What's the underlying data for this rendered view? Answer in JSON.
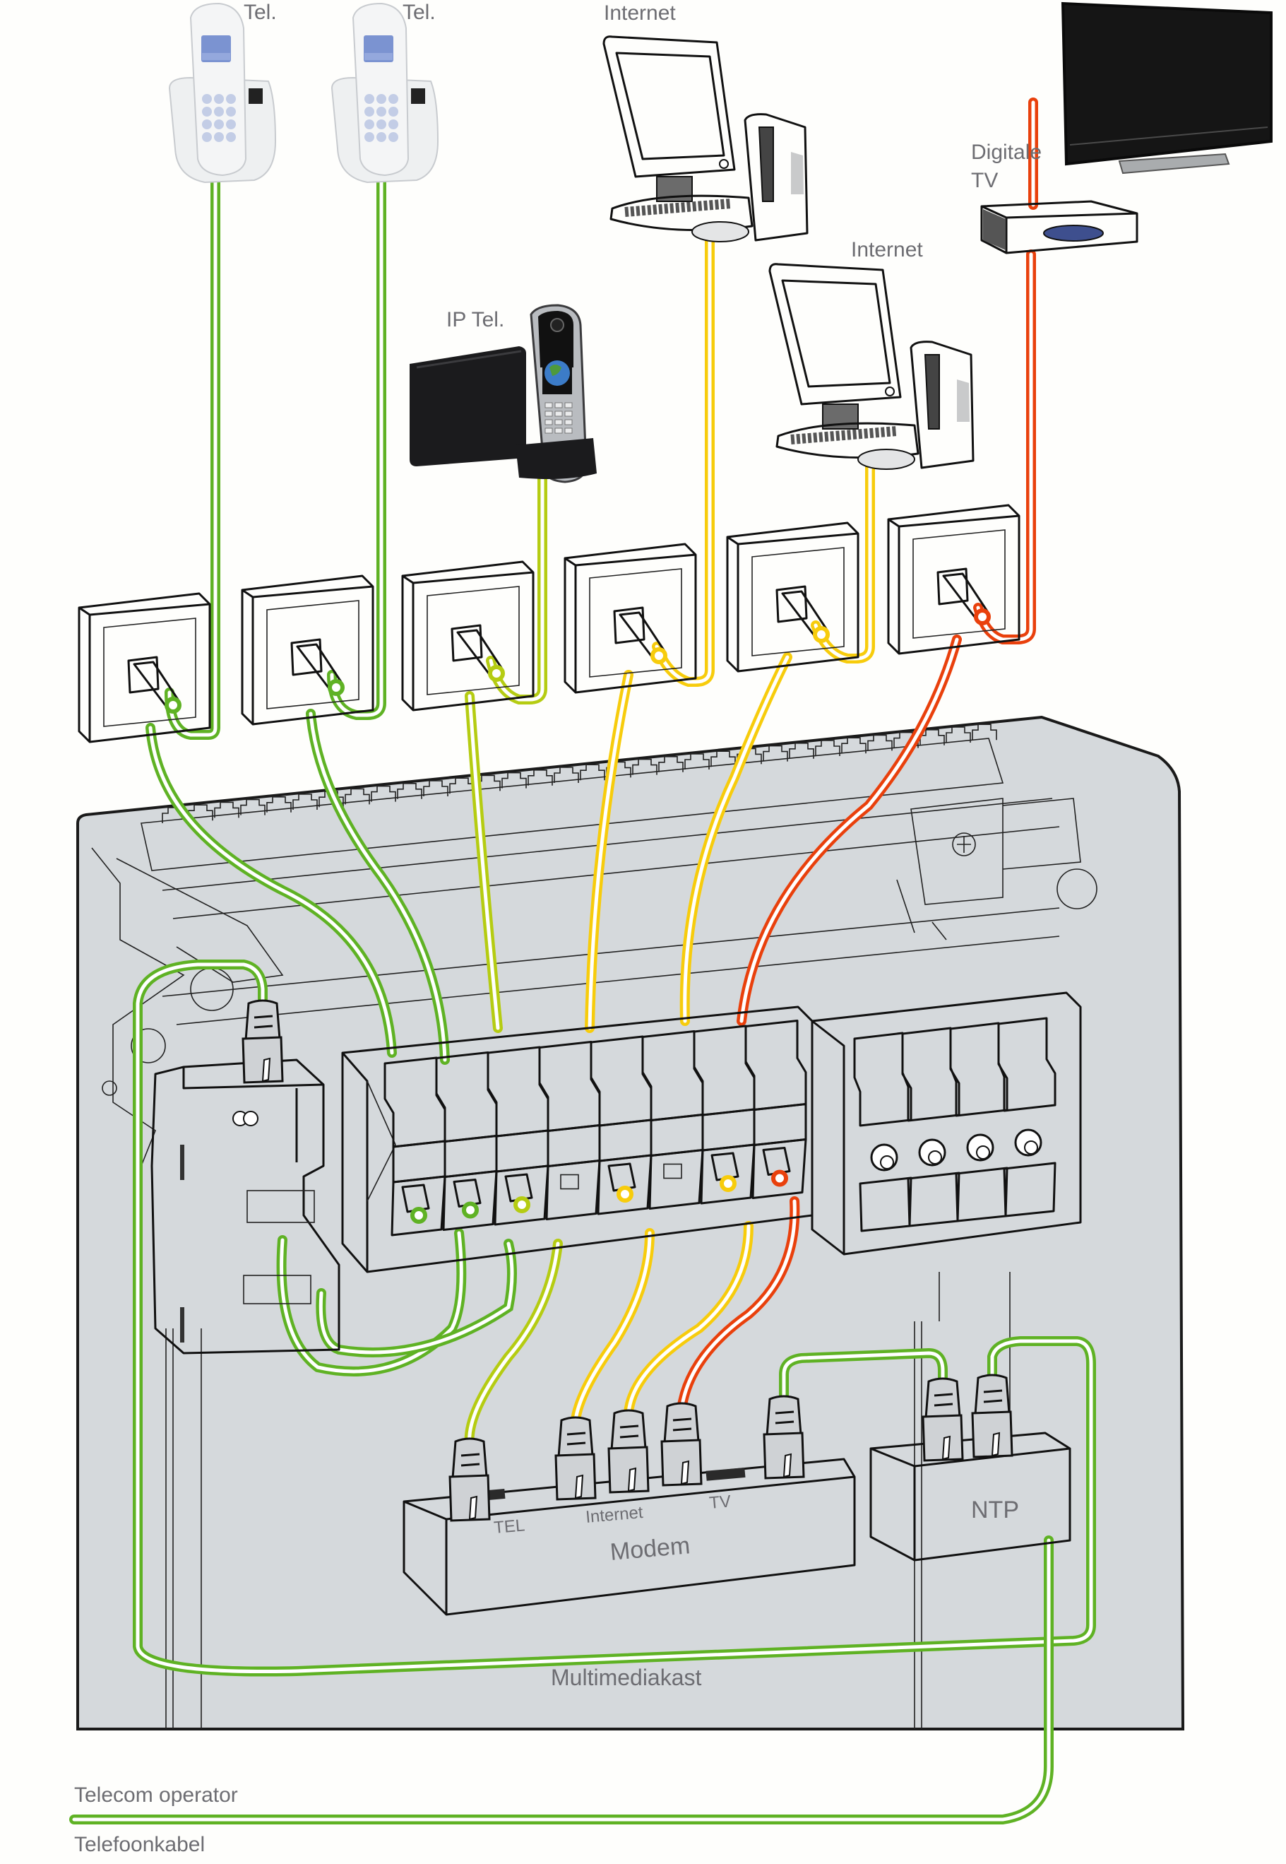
{
  "title": "Multimediakast aansluitschema",
  "labels": {
    "tel_1": "Tel.",
    "tel_2": "Tel.",
    "internet_1": "Internet",
    "internet_2": "Internet",
    "ip_tel": "IP Tel.",
    "digitale_tv_line1": "Digitale",
    "digitale_tv_line2": "TV",
    "modem": "Modem",
    "modem_port_tel": "TEL",
    "modem_port_internet": "Internet",
    "modem_port_tv": "TV",
    "ntp": "NTP",
    "cabinet": "Multimediakast",
    "telecom_operator": "Telecom operator",
    "telefoonkabel": "Telefoonkabel"
  },
  "devices": [
    {
      "id": "tel-1",
      "type": "dect-phone",
      "label_key": "tel_1",
      "cable": "green"
    },
    {
      "id": "tel-2",
      "type": "dect-phone",
      "label_key": "tel_2",
      "cable": "green"
    },
    {
      "id": "ip-tel",
      "type": "ip-phone",
      "label_key": "ip_tel",
      "cable": "lime"
    },
    {
      "id": "pc-1",
      "type": "computer",
      "label_key": "internet_1",
      "cable": "yellow"
    },
    {
      "id": "pc-2",
      "type": "computer",
      "label_key": "internet_2",
      "cable": "yellow"
    },
    {
      "id": "tv",
      "type": "tv-with-settop-box",
      "label_key": "digitale_tv_line1",
      "cable": "red"
    }
  ],
  "wall_outlets": [
    {
      "id": "outlet-1",
      "cable": "green"
    },
    {
      "id": "outlet-2",
      "cable": "green"
    },
    {
      "id": "outlet-3",
      "cable": "lime"
    },
    {
      "id": "outlet-4",
      "cable": "yellow"
    },
    {
      "id": "outlet-5",
      "cable": "yellow"
    },
    {
      "id": "outlet-6",
      "cable": "red"
    }
  ],
  "patch_panel_modules": 8,
  "coax_splitter_outputs": 4,
  "modem_ports": [
    "TEL",
    "Internet",
    "TV"
  ],
  "cable_colors": {
    "green": "#5fb224",
    "lime": "#b5cc12",
    "yellow": "#f7cc0c",
    "red": "#e9400c",
    "cabinet": "#d5d9dc",
    "label": "#6d6d72"
  }
}
